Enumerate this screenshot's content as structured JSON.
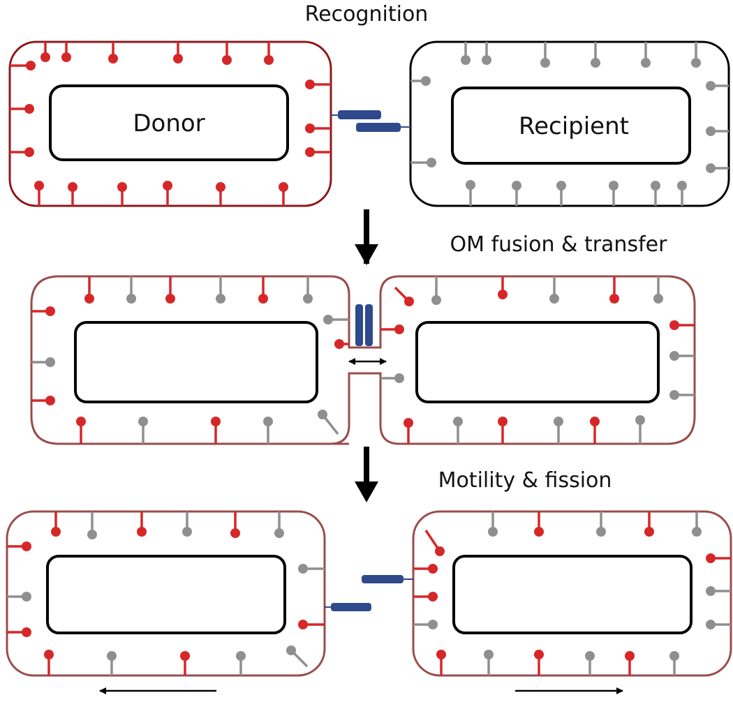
{
  "stages": {
    "recognition": "Recognition",
    "fusion": "OM fusion & transfer",
    "fission": "Motility & fission"
  },
  "cells": {
    "donor": "Donor",
    "recipient": "Recipient"
  },
  "colors": {
    "donor_protein": "#d62728",
    "recipient_protein": "#8f8f8f",
    "donor_membrane": "#8b1a1a",
    "fused_membrane": "#9a4c4c",
    "recipient_membrane": "#000000",
    "receptor": "#2f4a8c",
    "inner_membrane": "#000000",
    "arrow": "#000000"
  }
}
